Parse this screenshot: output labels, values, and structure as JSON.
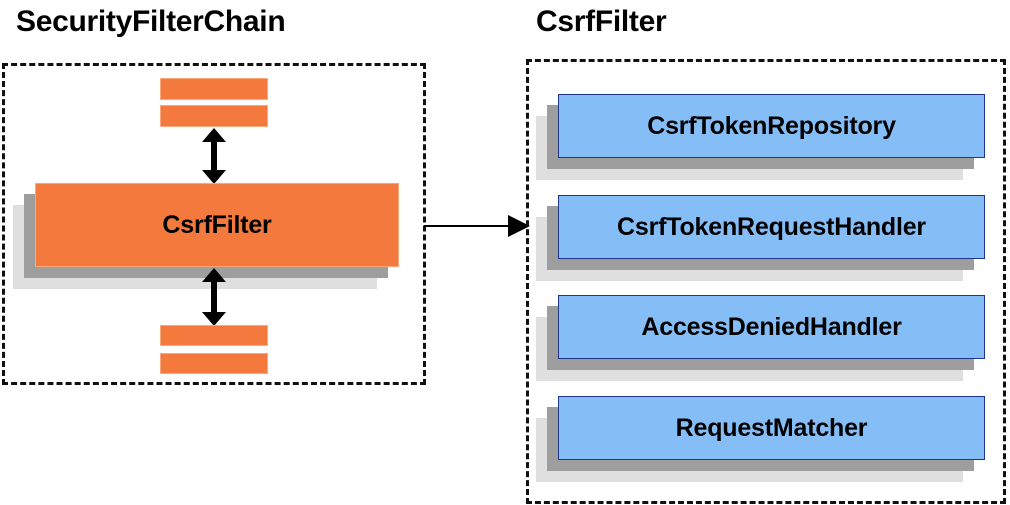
{
  "diagram": {
    "title_left": "SecurityFilterChain",
    "title_right": "CsrfFilter",
    "colors": {
      "orange_fill": "#f4793c",
      "orange_border": "#f9a77b",
      "blue_fill": "#85bef7",
      "blue_border": "#20368c",
      "shadow_near": "#9e9e9e",
      "shadow_far": "#dfdfdf",
      "panel_border": "#111111",
      "text": "#000000"
    }
  },
  "left_panel": {
    "main_node_label": "CsrfFilter",
    "top_bars": [
      "filter-bar-1",
      "filter-bar-2"
    ],
    "bottom_bars": [
      "filter-bar-3",
      "filter-bar-4"
    ],
    "arrows": [
      "double-arrow-above-csrf-filter",
      "double-arrow-below-csrf-filter"
    ]
  },
  "connector": {
    "name": "csrf-filter-expansion-arrow",
    "direction": "left-to-right"
  },
  "right_panel": {
    "nodes": [
      {
        "label": "CsrfTokenRepository"
      },
      {
        "label": "CsrfTokenRequestHandler"
      },
      {
        "label": "AccessDeniedHandler"
      },
      {
        "label": "RequestMatcher"
      }
    ]
  }
}
